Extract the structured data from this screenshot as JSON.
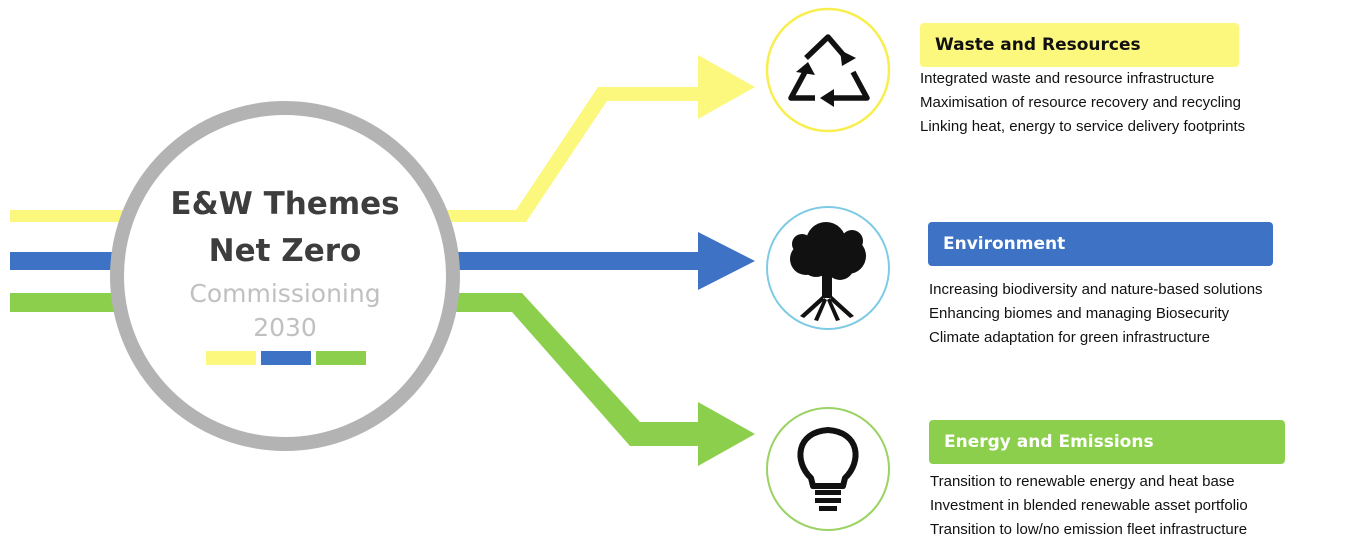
{
  "colors": {
    "yellow": "#fcf77d",
    "blue": "#3e72c4",
    "green": "#8ccf4c",
    "hub_ring": "#b3b3b3",
    "hub_text": "#3d3d3d",
    "hub_subtext": "#c0c0c0"
  },
  "hub": {
    "title_line1": "E&W Themes",
    "title_line2": "Net Zero",
    "subtitle_line1": "Commissioning",
    "subtitle_line2": "2030"
  },
  "themes": [
    {
      "title": "Waste and Resources",
      "icon": "recycle-icon",
      "color": "#fcf77d",
      "title_text_color": "#111111",
      "lines": [
        "Integrated waste and resource infrastructure",
        "Maximisation of resource recovery and recycling",
        "Linking heat, energy to service delivery footprints"
      ]
    },
    {
      "title": "Environment",
      "icon": "tree-icon",
      "color": "#3e72c4",
      "title_text_color": "#ffffff",
      "lines": [
        "Increasing biodiversity and nature-based solutions",
        "Enhancing biomes and managing Biosecurity",
        "Climate adaptation for green infrastructure"
      ]
    },
    {
      "title": "Energy and Emissions",
      "icon": "lightbulb-icon",
      "color": "#8ccf4c",
      "title_text_color": "#ffffff",
      "lines": [
        "Transition to renewable energy and heat base",
        "Investment in blended renewable asset portfolio",
        "Transition to low/no emission fleet infrastructure"
      ]
    }
  ]
}
